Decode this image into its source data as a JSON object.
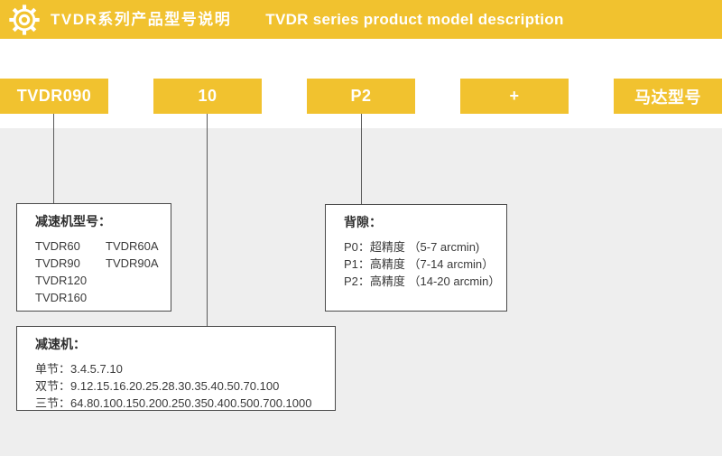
{
  "colors": {
    "brand_yellow": "#F1C22F",
    "panel_gray": "#EEEEEE",
    "callout_border": "#4A4A4A",
    "connector_line": "#5A5A5A",
    "text_dark": "#3A3A3A",
    "title_white": "#FFFFFF"
  },
  "header": {
    "icon": "gear-icon",
    "title_zh": "TVDR系列产品型号说明",
    "title_en": "TVDR series product model description"
  },
  "model_segments": [
    {
      "label": "TVDR090"
    },
    {
      "label": "10"
    },
    {
      "label": "P2"
    },
    {
      "label": "+"
    },
    {
      "label": "马达型号"
    }
  ],
  "callouts": {
    "gearbox_model": {
      "title": "减速机型号：",
      "rows": [
        [
          "TVDR60",
          "TVDR60A"
        ],
        [
          "TVDR90",
          "TVDR90A"
        ],
        [
          "TVDR120",
          ""
        ],
        [
          "TVDR160",
          ""
        ]
      ]
    },
    "backlash": {
      "title": "背隙：",
      "lines": [
        "P0：超精度 （5-7 arcmin)",
        "P1：高精度 （7-14 arcmin）",
        "P2：高精度 （14-20 arcmin）"
      ]
    },
    "ratio": {
      "title": "减速机：",
      "lines": [
        "单节：3.4.5.7.10",
        "双节：9.12.15.16.20.25.28.30.35.40.50.70.100",
        "三节：64.80.100.150.200.250.350.400.500.700.1000"
      ]
    }
  }
}
